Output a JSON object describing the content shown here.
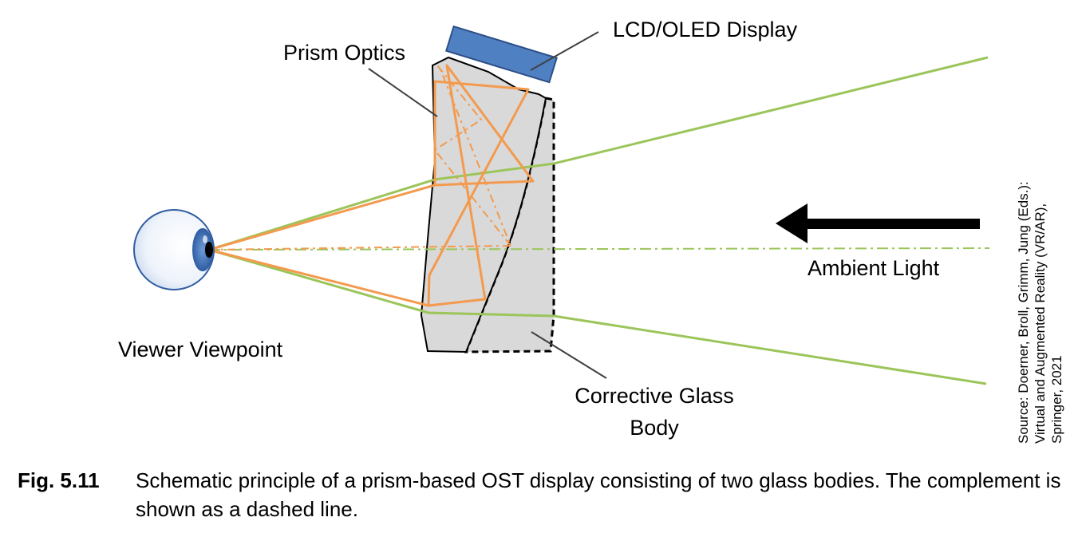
{
  "labels": {
    "lcd_display": "LCD/OLED Display",
    "prism_optics": "Prism Optics",
    "viewer_viewpoint": "Viewer Viewpoint",
    "ambient_light": "Ambient Light",
    "corrective_glass_line1": "Corrective Glass",
    "corrective_glass_line2": "Body"
  },
  "source_note": "Source: Doerner, Broll, Grimm, Jung (Eds.): Virtual and Augmented Reality (VR/AR), Springer, 2021",
  "caption": {
    "figure_number": "Fig. 5.11",
    "text": "Schematic principle of a prism-based OST display consisting of two glass bodies. The complement is shown as a dashed line."
  },
  "colors": {
    "ambient_ray": "#9bc55a",
    "display_ray": "#f39a4e",
    "glass_fill": "#d9d9d9",
    "display_fill": "#4f80c2",
    "eye_iris": "#3f6fb1"
  }
}
